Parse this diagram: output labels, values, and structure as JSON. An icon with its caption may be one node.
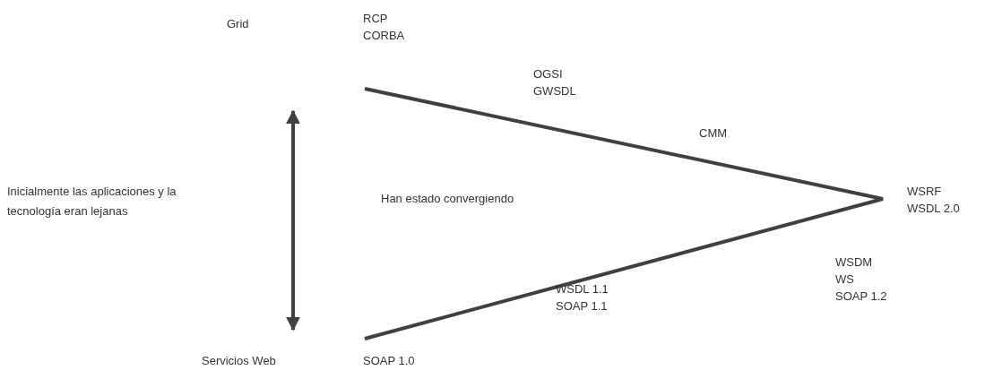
{
  "diagram": {
    "labels": [
      "Grid",
      "RCP",
      "CORBA",
      "OGSI",
      "GWSDL",
      "CMM",
      "Inicialmente las aplicaciones y la tecnología eran lejanas",
      "Han estado convergiendo",
      "WSRF",
      "WSDL 2.0",
      "WSDM",
      "WS",
      "SOAP 1.2",
      "WSDL 1.1",
      "SOAP 1.1",
      "Servicios Web",
      "SOAP 1.0"
    ]
  }
}
